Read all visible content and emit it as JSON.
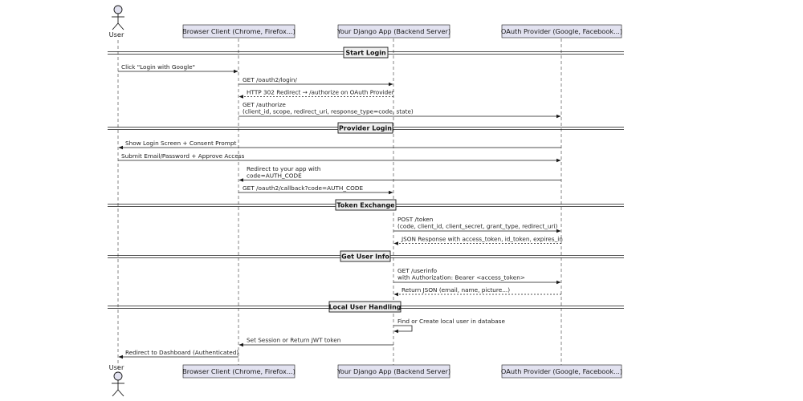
{
  "participants": {
    "user": "User",
    "browser": "Browser Client (Chrome, Firefox...)",
    "django": "Your Django App (Backend Server)",
    "oauth": "OAuth Provider (Google, Facebook...)"
  },
  "sections": {
    "start": "Start Login",
    "provider": "Provider Login",
    "token": "Token Exchange",
    "userinfo": "Get User Info",
    "local": "Local User Handling"
  },
  "messages": {
    "m1": "Click \"Login with Google\"",
    "m2": "GET /oauth2/login/",
    "m3": "HTTP 302 Redirect → /authorize on OAuth Provider",
    "m4a": "GET /authorize",
    "m4b": "(client_id, scope, redirect_uri, response_type=code, state)",
    "m5": "Show Login Screen + Consent Prompt",
    "m6": "Submit Email/Password + Approve Access",
    "m7a": "Redirect to your app with",
    "m7b": "code=AUTH_CODE",
    "m8": "GET /oauth2/callback?code=AUTH_CODE",
    "m9a": "POST /token",
    "m9b": "(code, client_id, client_secret, grant_type, redirect_uri)",
    "m10": "JSON Response with access_token, id_token, expires_in",
    "m11a": "GET /userinfo",
    "m11b": "with Authorization: Bearer <access_token>",
    "m12": "Return JSON (email, name, picture...)",
    "m13": "Find or Create local user in database",
    "m14": "Set Session or Return JWT token",
    "m15": "Redirect to Dashboard (Authenticated)"
  },
  "colors": {
    "participant_fill": "#E2E2F0",
    "participant_border": "#181818",
    "line": "#181818",
    "lifeline": "#555555"
  }
}
